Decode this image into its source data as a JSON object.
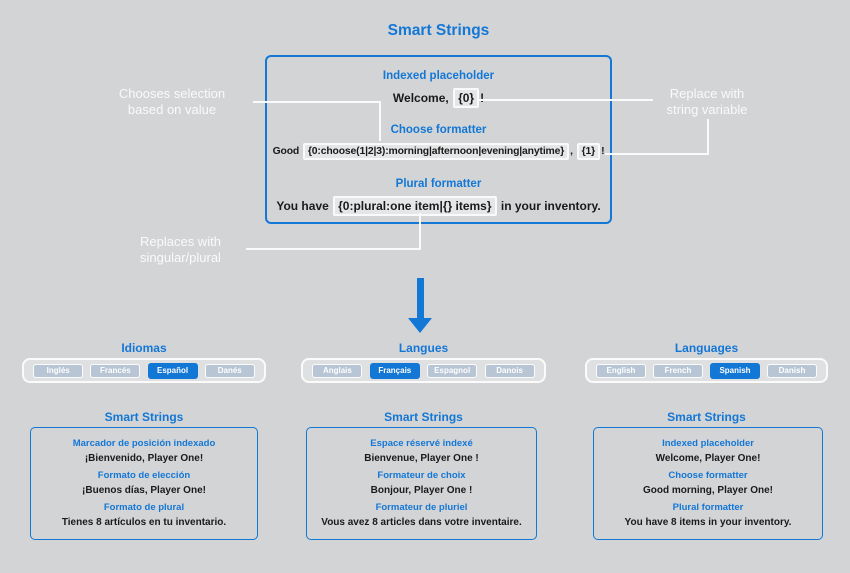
{
  "colors": {
    "accent_blue": "#1377d6",
    "background_gray": "#d3d4d6",
    "annotation_white": "#fafafa",
    "unselected_button": "#b7c5d5"
  },
  "header": {
    "title": "Smart Strings"
  },
  "diagram": {
    "sections": [
      {
        "label": "Indexed placeholder",
        "pre": "Welcome, ",
        "token": "{0}",
        "post": "!"
      },
      {
        "label": "Choose formatter",
        "pre": "Good ",
        "token": "{0:choose(1|2|3):morning|afternoon|evening|anytime}",
        "mid": ", ",
        "token2": "{1}",
        "post": "!"
      },
      {
        "label": "Plural formatter",
        "pre": "You have ",
        "token": "{0:plural:one item|{} items}",
        "post": " in your inventory."
      }
    ],
    "annotations": {
      "choose": {
        "line1": "Chooses selection",
        "line2": "based on value"
      },
      "variable": {
        "line1": "Replace with",
        "line2": "string variable"
      },
      "plural": {
        "line1": "Replaces with",
        "line2": "singular/plural"
      }
    }
  },
  "columns": [
    {
      "language_title": "Idiomas",
      "buttons": [
        {
          "label": "Inglés",
          "selected": false
        },
        {
          "label": "Francés",
          "selected": false
        },
        {
          "label": "Español",
          "selected": true
        },
        {
          "label": "Danés",
          "selected": false
        }
      ],
      "subtitle": "Smart Strings",
      "entries": [
        {
          "label": "Marcador de posición indexado",
          "text": "¡Bienvenido, Player One!"
        },
        {
          "label": "Formato de elección",
          "text": "¡Buenos días, Player One!"
        },
        {
          "label": "Formato de plural",
          "text": "Tienes 8 artículos en tu inventario."
        }
      ]
    },
    {
      "language_title": "Langues",
      "buttons": [
        {
          "label": "Anglais",
          "selected": false
        },
        {
          "label": "Français",
          "selected": true
        },
        {
          "label": "Espagnol",
          "selected": false
        },
        {
          "label": "Danois",
          "selected": false
        }
      ],
      "subtitle": "Smart Strings",
      "entries": [
        {
          "label": "Espace réservé indexé",
          "text": "Bienvenue, Player One !"
        },
        {
          "label": "Formateur de choix",
          "text": "Bonjour, Player One !"
        },
        {
          "label": "Formateur de pluriel",
          "text": "Vous avez 8 articles dans votre inventaire."
        }
      ]
    },
    {
      "language_title": "Languages",
      "buttons": [
        {
          "label": "English",
          "selected": false
        },
        {
          "label": "French",
          "selected": false
        },
        {
          "label": "Spanish",
          "selected": true
        },
        {
          "label": "Danish",
          "selected": false
        }
      ],
      "subtitle": "Smart Strings",
      "entries": [
        {
          "label": "Indexed placeholder",
          "text": "Welcome, Player One!"
        },
        {
          "label": "Choose formatter",
          "text": "Good morning, Player One!"
        },
        {
          "label": "Plural formatter",
          "text": "You have 8 items in your inventory."
        }
      ]
    }
  ]
}
